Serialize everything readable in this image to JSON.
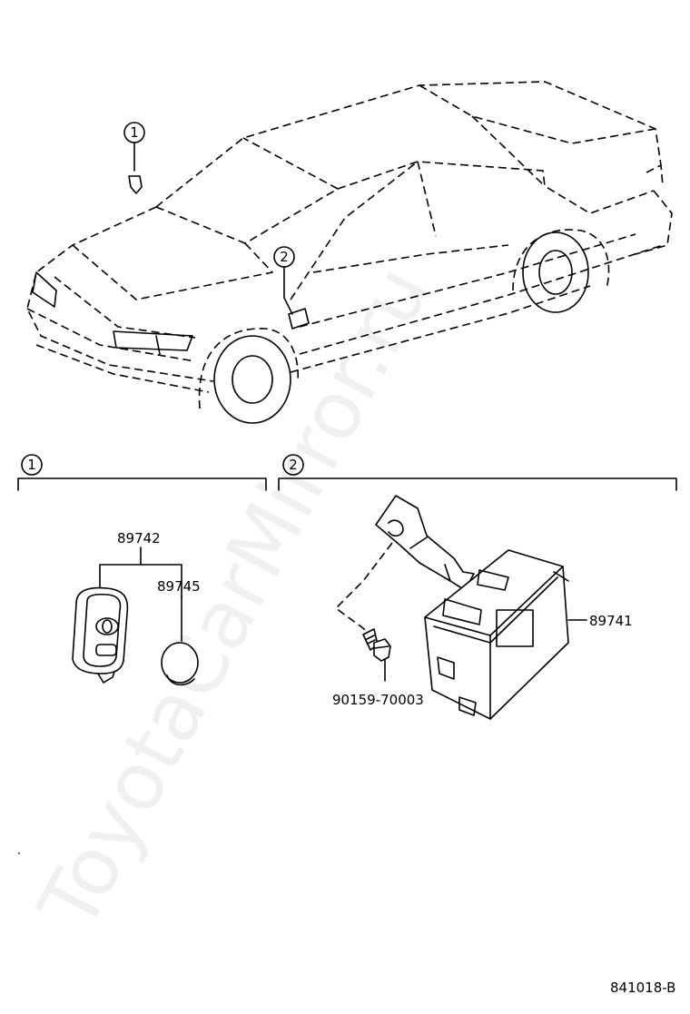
{
  "callouts": {
    "key_area_number": "1",
    "receiver_area_number": "2"
  },
  "sections": {
    "left_number": "1",
    "right_number": "2"
  },
  "parts": {
    "key_assembly": "89742",
    "key_battery": "89745",
    "receiver_ecu": "89741",
    "bolt": "90159-70003"
  },
  "diagram_code": "841018-B",
  "watermark": "ToyotaCarMirror.ru",
  "colors": {
    "line": "#000000",
    "background": "#ffffff"
  }
}
